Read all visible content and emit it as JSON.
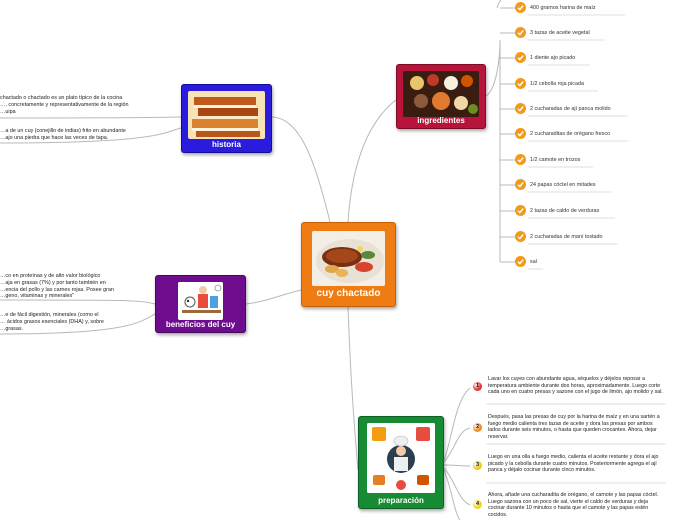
{
  "central": {
    "title": "cuy chactado"
  },
  "historia": {
    "title": "historia",
    "notes": [
      "chactado o chactado es un plato típico de la cocina\n…, concretamente y representativamente de la región\n…uipa",
      "…a de un cuy (conejillo de indias) frito en abundante\n…ajo una piedra que hace las veces de tapa."
    ]
  },
  "ingredientes": {
    "title": "ingredientes",
    "items": [
      "400 gramos harina de maíz",
      "3 tazas de aceite vegetal",
      "1 diente ajo picado",
      "1/2 cebolla roja picada",
      "2 cucharadas de ají panca molido",
      "2 cucharaditas de orégano fresco",
      "1/2 camote en trozos",
      "24 papas cóctel en mitades",
      "2 tazas de caldo de verduras",
      "2 cucharadas de maní tostado",
      "sal"
    ]
  },
  "beneficios": {
    "title": "beneficios del cuy",
    "notes": [
      "…co en proteínas y de alto valor biológico\n…aja en grasas (7%) y por tanto también en\n…encia del pollo y las carnes rojas. Posee gran\n…geno, vitaminas y minerales\"",
      "…e de fácil digestión, minerales (como el\n… ácidos grasos esenciales (DHA) y, sobre\n…grasas."
    ]
  },
  "preparacion": {
    "title": "preparación",
    "steps": [
      {
        "n": "1",
        "text": "Lavar los cuyes con abundante agua, séquelos  y déjelos reposar a temperatura ambiente durante dos horas, aproximadamente. Luego corte cada uno en cuatro presas y sazone con el jugo de limón, ajo molido y sal.",
        "color": "#e8332b"
      },
      {
        "n": "2",
        "text": "Después, pasa las presas de cuy por la harina de maíz y en una sartén a fuego medio calienta tres tazas de aceite y dora las presas por ambos lados durante seis minutos, o hasta que queden crocantes. Ahora, dejar reservar.",
        "color": "#f08a24"
      },
      {
        "n": "3",
        "text": "Luego en una olla a fuego medio, calienta el aceite restante y dora el ajo picado y la cebolla durante cuatro minutos. Posteriormente agrega el ají panca y déjalo cocinar durante cinco minutos.",
        "color": "#f6c51e"
      },
      {
        "n": "4",
        "text": "Ahora, añade una cucharadita de orégano, el camote y las papas cóctel. Luego sazona con un poco de sal, vierte el caldo de verduras y deja cocinar durante 10 minutos o hasta que el camote y las papas estén cocidos.",
        "color": "#f6d61e"
      }
    ]
  }
}
